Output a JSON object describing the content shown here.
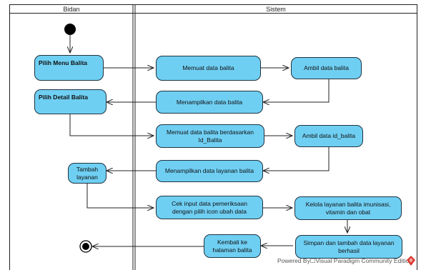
{
  "diagram": {
    "lanes": {
      "left": "Bidan",
      "right": "Sistem"
    },
    "actions": {
      "pilih_menu_balita": "Pilih Menu Balita",
      "memuat_data_balita": "Memuat data balita",
      "ambil_data_balita": "Ambil data balita",
      "pilih_detail_balita": "Pilih Detail Balita",
      "menampilkan_data_balita": "Menampilkan data balita",
      "memuat_data_by_id": "Memuat data balita berdasarkan\nId_Balita",
      "ambil_data_id_balita": "Ambil data id_balita",
      "tambah_layanan": "Tambah\nlayanan",
      "menampilkan_layanan": "Menampilkan data layanan balita",
      "cek_input": "Cek input data pemeriksaan\ndengan pilih icon ubah data",
      "kelola_layanan": "Kelola layanan balita imunisasi,\nvitamin dan obat",
      "simpan_tambah": "Simpan dan tambah data layanan\nberhasil",
      "kembali": "Kembali ke\nhalaman balita"
    },
    "colors": {
      "node_fill": "#6fcff3",
      "node_border": "#1e3340",
      "line": "#222222",
      "logo": "#d9342b"
    }
  },
  "footer": {
    "powered_by": "Powered By☐Visual Paradigm Community Edition"
  }
}
